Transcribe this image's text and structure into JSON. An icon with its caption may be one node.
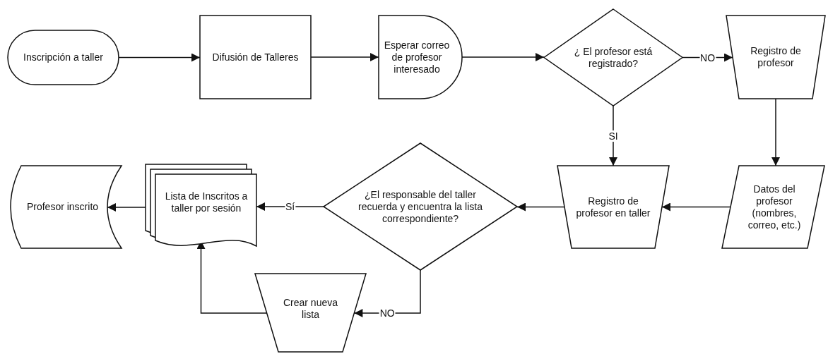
{
  "diagram": {
    "nodes": [
      {
        "text": [
          "Inscripción a taller"
        ]
      },
      {
        "text": [
          "Difusión de Talleres"
        ]
      },
      {
        "text": [
          "Esperar correo de profesor interesado"
        ]
      },
      {
        "text": [
          "¿ El profesor está registrado?"
        ]
      },
      {
        "text": [
          "Registro de profesor"
        ]
      },
      {
        "text": [
          "Datos del profesor (nombres, correo, etc.)"
        ]
      },
      {
        "text": [
          "Registro de profesor en taller"
        ]
      },
      {
        "text": [
          "¿El responsable del taller recuerda y encuentra la lista correspondiente?"
        ]
      },
      {
        "text": [
          "Lista de Inscritos a taller por sesión"
        ]
      },
      {
        "text": [
          "Profesor inscrito"
        ]
      },
      {
        "text": [
          "Crear nueva lista"
        ]
      }
    ],
    "edges": [
      {
        "from": 0,
        "to": 1,
        "arrow": "to"
      },
      {
        "from": 1,
        "to": 2,
        "arrow": "to"
      },
      {
        "from": 2,
        "to": 3,
        "arrow": "to"
      },
      {
        "from": 3,
        "to": 4,
        "arrow": "to",
        "label": "NO"
      },
      {
        "from": 3,
        "to": 6,
        "arrow": "to",
        "label": "SI"
      },
      {
        "from": 4,
        "to": 5,
        "arrow": "to"
      },
      {
        "from": 5,
        "to": 6,
        "arrow": "to"
      },
      {
        "from": 6,
        "to": 7,
        "arrow": "to"
      },
      {
        "from": 7,
        "to": 8,
        "arrow": "to",
        "label": "Sí"
      },
      {
        "from": 8,
        "to": 9,
        "arrow": "to"
      },
      {
        "from": 7,
        "to": 10,
        "arrow": "to",
        "label": "NO"
      },
      {
        "from": 10,
        "to": 8,
        "arrow": "to"
      }
    ]
  }
}
